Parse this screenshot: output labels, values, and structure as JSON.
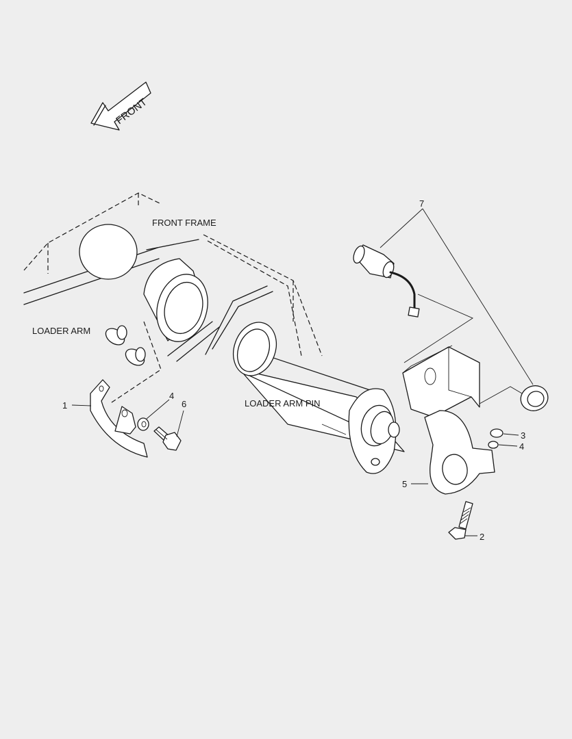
{
  "labels": {
    "front_arrow": "FRONT",
    "front_frame": "FRONT FRAME",
    "loader_arm": "LOADER ARM",
    "loader_arm_pin": "LOADER ARM PIN"
  },
  "callouts": {
    "c1": "1",
    "c2": "2",
    "c3": "3",
    "c4_left": "4",
    "c4_right": "4",
    "c5": "5",
    "c6": "6",
    "c7": "7"
  }
}
